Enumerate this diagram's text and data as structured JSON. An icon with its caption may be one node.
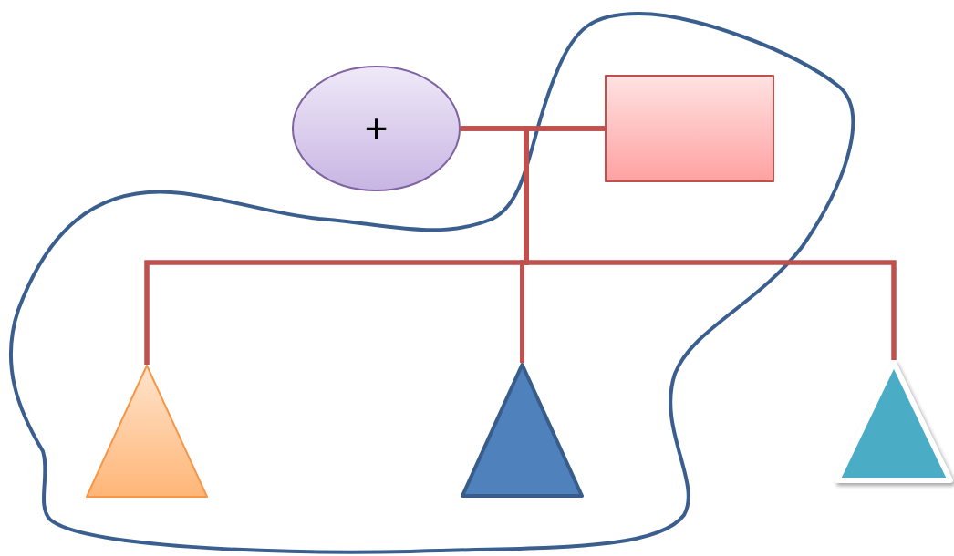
{
  "diagram": {
    "nodes": [
      {
        "text": [
          "+"
        ]
      },
      {
        "text": [],
        "shape": "box"
      },
      {
        "text": [],
        "shape": "triangle"
      },
      {
        "text": [],
        "shape": "triangle"
      },
      {
        "text": [],
        "shape": "triangle"
      }
    ],
    "edges": [
      {
        "from": 0,
        "to": 1,
        "arrow": "none"
      },
      {
        "from": 0,
        "to": 2,
        "arrow": "none"
      },
      {
        "from": 0,
        "to": 3,
        "arrow": "none"
      },
      {
        "from": 0,
        "to": 4,
        "arrow": "none"
      },
      {
        "from": 1,
        "to": 2,
        "arrow": "none"
      },
      {
        "from": 1,
        "to": 3,
        "arrow": "none"
      },
      {
        "from": 1,
        "to": 4,
        "arrow": "none"
      }
    ]
  }
}
